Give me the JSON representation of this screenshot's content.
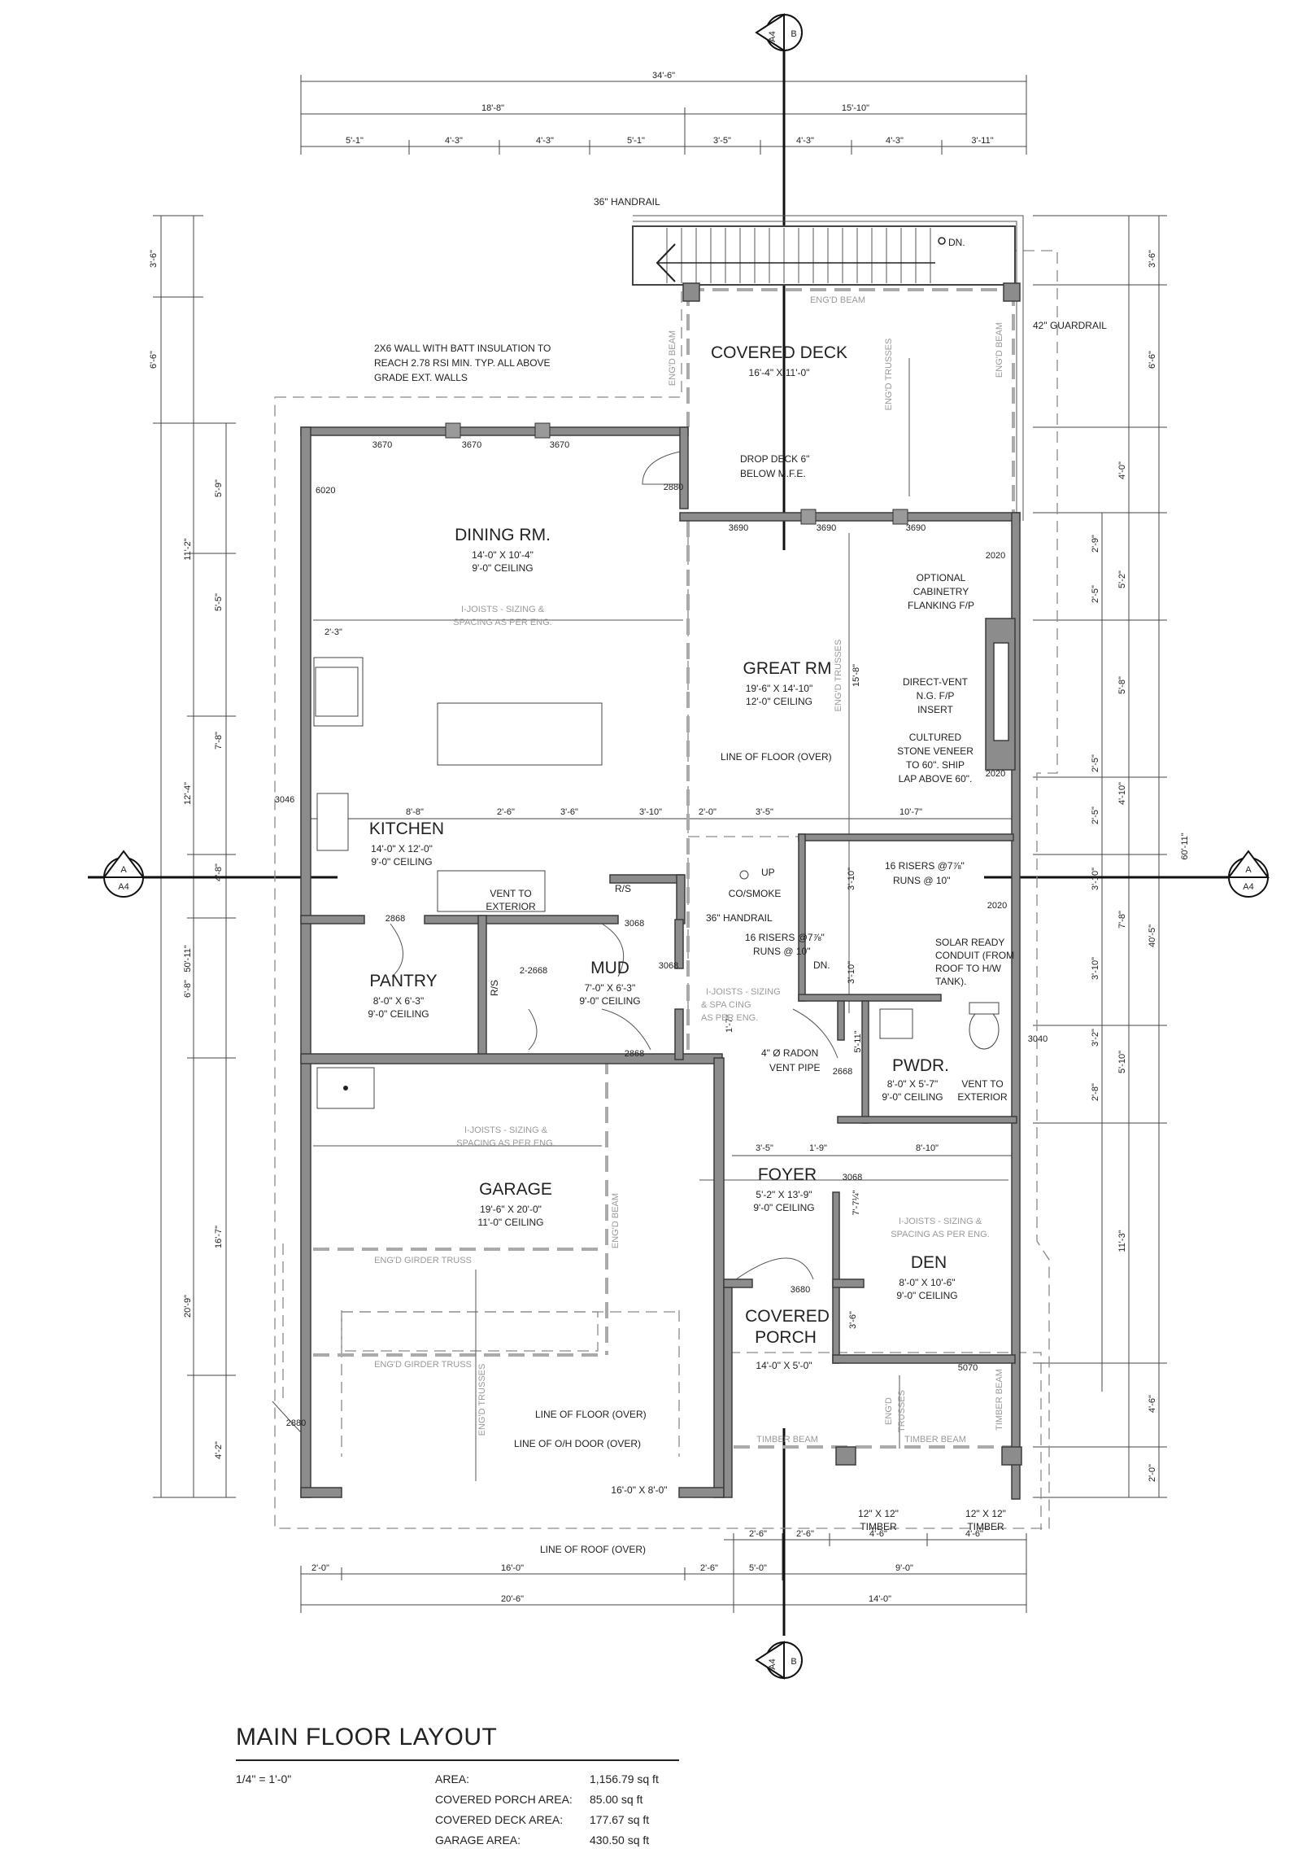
{
  "title": "MAIN FLOOR LAYOUT",
  "scale": "1/4\" = 1'-0\"",
  "areas": [
    {
      "label": "AREA:",
      "value": "1,156.79 sq ft"
    },
    {
      "label": "COVERED PORCH AREA:",
      "value": "85.00 sq ft"
    },
    {
      "label": "COVERED DECK AREA:",
      "value": "177.67 sq ft"
    },
    {
      "label": "GARAGE AREA:",
      "value": "430.50 sq ft"
    }
  ],
  "sections": {
    "a_label": "A",
    "a_sheet": "A4",
    "b_label": "B",
    "b_sheet": "A4"
  },
  "dims_top": {
    "overall": "34'-6\"",
    "left": "18'-8\"",
    "right": "15'-10\"",
    "d1": "5'-1\"",
    "d2": "4'-3\"",
    "d3": "4'-3\"",
    "d4": "5'-1\"",
    "d5": "3'-5\"",
    "d6": "4'-3\"",
    "d7": "4'-3\"",
    "d8": "3'-11\""
  },
  "dims_bottom": {
    "overall": "20'-6\"",
    "right_overall": "14'-0\"",
    "b1": "2'-0\"",
    "b2": "16'-0\"",
    "b3": "2'-6\"",
    "b4": "5'-0\"",
    "b5": "9'-0\"",
    "p1": "2'-6\"",
    "p2": "2'-6\"",
    "p3": "4'-6\"",
    "p4": "4'-6\""
  },
  "dims_left": {
    "overall": "50'-11\"",
    "l1": "3'-6\"",
    "l2": "6'-6\"",
    "l3": "11'-2\"",
    "l4": "12'-4\"",
    "l5": "6'-8\"",
    "l6": "20'-9\"",
    "a1": "5'-9\"",
    "a2": "5'-5\"",
    "a3": "7'-8\"",
    "a4": "4'-8\"",
    "a5": "16'-7\"",
    "a6": "4'-2\""
  },
  "dims_right": {
    "overall": "60'-11\"",
    "mid": "40'-5\"",
    "r1": "3'-6\"",
    "r2": "6'-6\"",
    "r3": "4'-0\"",
    "r4": "5'-2\"",
    "r5": "5'-8\"",
    "r6": "4'-10\"",
    "r7": "7'-8\"",
    "r8": "5'-10\"",
    "r9": "11'-3\"",
    "r10": "4'-6\"",
    "r11": "2'-0\"",
    "s1": "2'-9\"",
    "s2": "2'-5\"",
    "s3": "2'-5\"",
    "s4": "2'-5\"",
    "s5": "3'-10\"",
    "s6": "3'-10\"",
    "s7": "3'-2\"",
    "s8": "2'-8\""
  },
  "dims_interior": {
    "k1": "8'-8\"",
    "k2": "2'-6\"",
    "k3": "3'-6\"",
    "k4": "3'-10\"",
    "k5": "2'-0\"",
    "k6": "3'-5\"",
    "k7": "10'-7\"",
    "f1": "3'-5\"",
    "f2": "1'-9\"",
    "f3": "8'-10\"",
    "wall_gap": "2'-3\"",
    "gr_h": "15'-8\"",
    "stair_a": "3'-10\"",
    "stair_b": "3'-10\"",
    "foyer_v": "7'-7¼\"",
    "porch_v": "3'-6\"",
    "radon_v": "5'-11\"",
    "mud_v": "1'-7\""
  },
  "rooms": {
    "covered_deck": {
      "name": "COVERED DECK",
      "size": "16'-4\" X 11'-0\""
    },
    "dining": {
      "name": "DINING RM.",
      "size": "14'-0\" X 10'-4\"",
      "ceiling": "9'-0\" CEILING"
    },
    "great": {
      "name": "GREAT RM",
      "size": "19'-6\" X 14'-10\"",
      "ceiling": "12'-0\" CEILING"
    },
    "kitchen": {
      "name": "KITCHEN",
      "size": "14'-0\" X 12'-0\"",
      "ceiling": "9'-0\" CEILING"
    },
    "pantry": {
      "name": "PANTRY",
      "size": "8'-0\" X 6'-3\"",
      "ceiling": "9'-0\" CEILING"
    },
    "mud": {
      "name": "MUD",
      "size": "7'-0\" X 6'-3\"",
      "ceiling": "9'-0\" CEILING"
    },
    "pwdr": {
      "name": "PWDR.",
      "size": "8'-0\" X 5'-7\"",
      "ceiling": "9'-0\" CEILING"
    },
    "garage": {
      "name": "GARAGE",
      "size": "19'-6\" X 20'-0\"",
      "ceiling": "11'-0\" CEILING"
    },
    "foyer": {
      "name": "FOYER",
      "size": "5'-2\" X 13'-9\"",
      "ceiling": "9'-0\" CEILING"
    },
    "den": {
      "name": "DEN",
      "size": "8'-0\" X 10'-6\"",
      "ceiling": "9'-0\" CEILING"
    },
    "porch": {
      "name1": "COVERED",
      "name2": "PORCH",
      "size": "14'-0\" X 5'-0\""
    }
  },
  "notes": {
    "handrail_top": "36\" HANDRAIL",
    "dn": "DN.",
    "guardrail": "42\" GUARDRAIL",
    "wall_note": [
      "2X6 WALL WITH BATT INSULATION TO",
      "REACH 2.78 RSI MIN. TYP. ALL ABOVE",
      "GRADE EXT. WALLS"
    ],
    "drop_deck": [
      "DROP DECK 6\"",
      "BELOW M.F.E."
    ],
    "optional_cab": [
      "OPTIONAL",
      "CABINETRY",
      "FLANKING F/P"
    ],
    "fp_insert": [
      "DIRECT-VENT",
      "N.G. F/P",
      "INSERT"
    ],
    "stone": [
      "CULTURED",
      "STONE VENEER",
      "TO 60\". SHIP",
      "LAP ABOVE 60\"."
    ],
    "line_floor_over": "LINE OF FLOOR (OVER)",
    "line_floor_over2": "LINE OF FLOOR (OVER)",
    "line_oh_door": "LINE OF O/H DOOR (OVER)",
    "line_roof_over": "LINE OF ROOF (OVER)",
    "vent_ext": [
      "VENT TO",
      "EXTERIOR"
    ],
    "vent_ext2": [
      "VENT TO",
      "EXTERIOR"
    ],
    "rs1": "R/S",
    "rs2": "R/S",
    "up": "UP",
    "co_smoke": "CO/SMOKE",
    "handrail_mid": "36\" HANDRAIL",
    "risers_up": [
      "16 RISERS @7⅞\"",
      "RUNS @ 10\""
    ],
    "risers_dn": [
      "16 RISERS @7⅞\"",
      "RUNS @ 10\"",
      "DN."
    ],
    "solar": [
      "SOLAR READY",
      "CONDUIT (FROM",
      "ROOF TO H/W",
      "TANK)."
    ],
    "radon": [
      "4\" Ø RADON",
      "VENT PIPE"
    ],
    "timber_left": [
      "12\" X 12\"",
      "TIMBER"
    ],
    "timber_right": [
      "12\" X 12\"",
      "TIMBER"
    ],
    "garage_door": "16'-0\" X 8'-0\""
  },
  "structure": {
    "engd_beam": "ENG'D BEAM",
    "engd_beam_v1": "ENG'D BEAM",
    "engd_beam_v2": "ENG'D BEAM",
    "engd_beam_garage": "ENG'D BEAM",
    "engd_trusses_deck": "ENG'D TRUSSES",
    "engd_trusses_great": "ENG'D TRUSSES",
    "engd_trusses_garage": "ENG'D TRUSSES",
    "engd_trusses_porch": [
      "ENG'D",
      "TRUSSES"
    ],
    "timber_beam_porch": "TIMBER BEAM",
    "girder1": "ENG'D GIRDER TRUSS",
    "girder2": "ENG'D GIRDER TRUSS",
    "joists_dining": [
      "I-JOISTS - SIZING &",
      "SPACING AS PER ENG."
    ],
    "joists_mud": [
      "I-JOISTS - SIZING",
      "& SPA CING",
      "AS PER  ENG."
    ],
    "joists_garage": [
      "I-JOISTS - SIZING &",
      "SPACING AS PER ENG."
    ],
    "joists_den": [
      "I-JOISTS - SIZING &",
      "SPACING AS PER ENG."
    ],
    "timber_beam1": "TIMBER  BEAM",
    "timber_beam2": "TIMBER  BEAM"
  },
  "openings": {
    "w3670a": "3670",
    "w3670b": "3670",
    "w3670c": "3670",
    "w6020": "6020",
    "d2880": "2880",
    "w3690a": "3690",
    "w3690b": "3690",
    "w3690c": "3690",
    "w2020a": "2020",
    "w2020b": "2020",
    "w2020c": "2020",
    "w3046": "3046",
    "d2868a": "2868",
    "d3068a": "3068",
    "d3068b": "3068",
    "d2_2668": "2-2668",
    "d2868b": "2868",
    "d2668": "2668",
    "w3040": "3040",
    "d3068c": "3068",
    "d3680": "3680",
    "w5070": "5070",
    "d2880b": "2880"
  }
}
